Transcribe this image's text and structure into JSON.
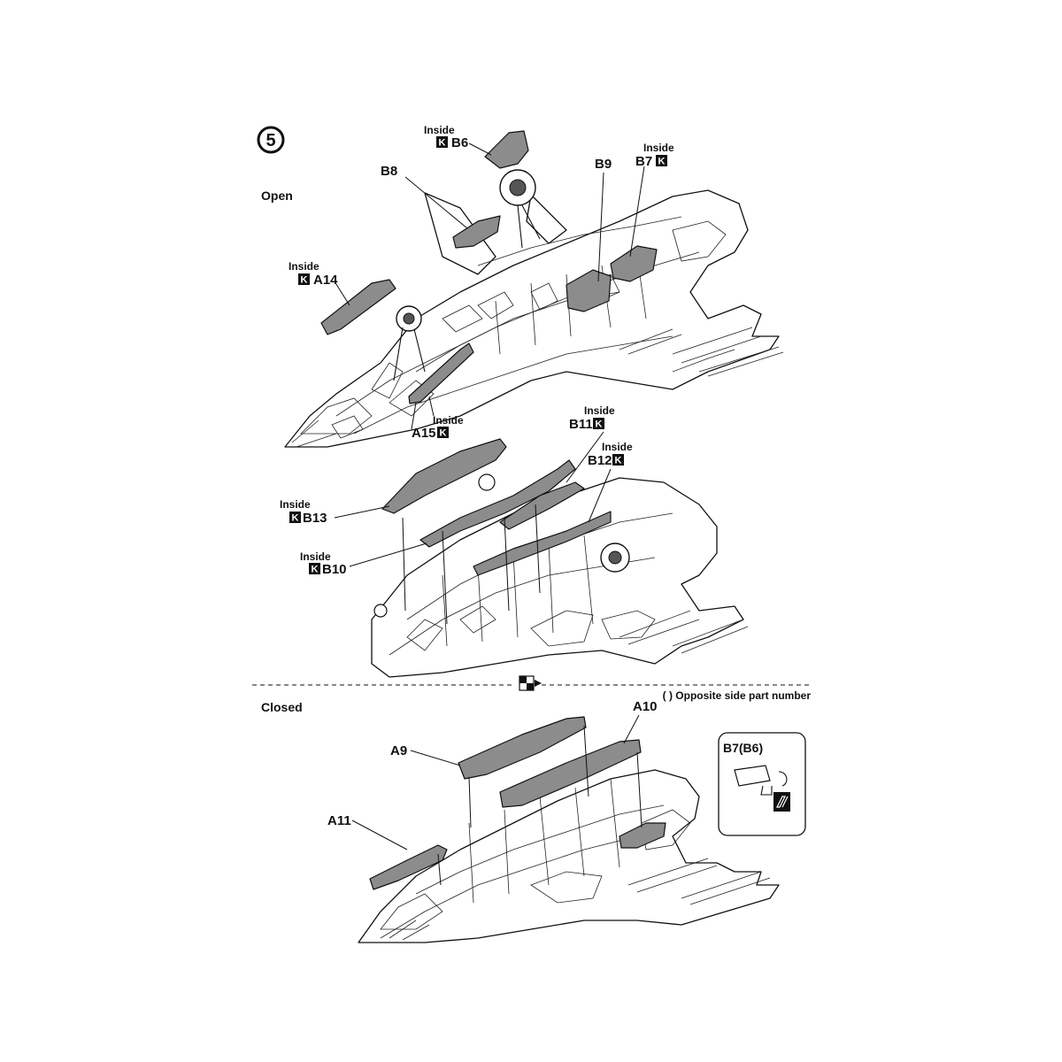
{
  "step": {
    "number": "5",
    "open_label": "Open",
    "closed_label": "Closed",
    "legend": "( ) Opposite side part number"
  },
  "marks": {
    "inside": "Inside",
    "k": "K"
  },
  "parts_open_top": {
    "b6": "B6",
    "b8": "B8",
    "b9": "B9",
    "b7": "B7",
    "a14": "A14",
    "a15": "A15"
  },
  "parts_open_bottom": {
    "b11": "B11",
    "b12": "B12",
    "b13": "B13",
    "b10": "B10"
  },
  "parts_closed": {
    "a9": "A9",
    "a10": "A10",
    "a11": "A11",
    "detail": "B7(B6)"
  },
  "colors": {
    "ink": "#111111",
    "part_fill": "#8c8c8c",
    "paper": "#ffffff"
  }
}
